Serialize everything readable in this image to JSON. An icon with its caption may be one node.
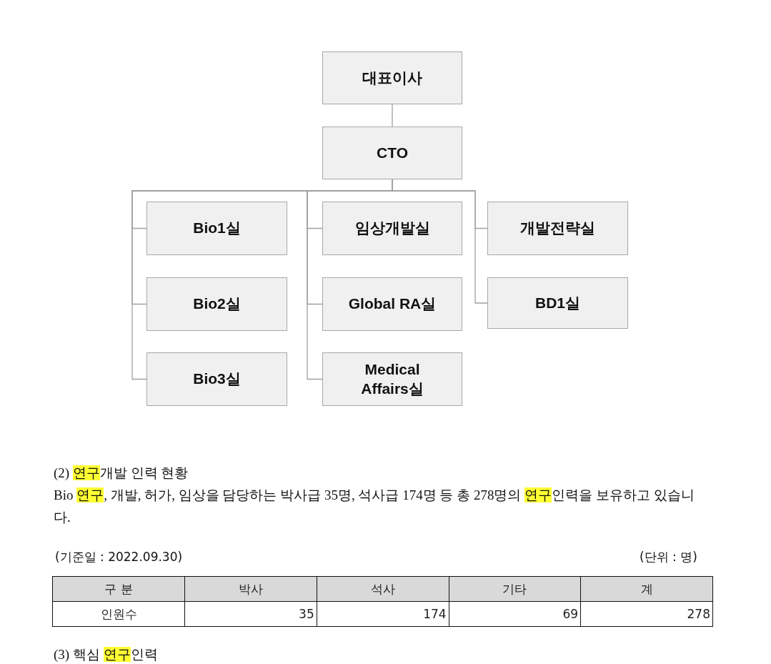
{
  "diagram": {
    "nodes": [
      {
        "text": [
          "대표이사"
        ]
      },
      {
        "text": [
          "CTO"
        ]
      },
      {
        "text": [
          "Bio1실"
        ]
      },
      {
        "text": [
          "임상개발실"
        ]
      },
      {
        "text": [
          "개발전략실"
        ]
      },
      {
        "text": [
          "Bio2실"
        ]
      },
      {
        "text": [
          "Global RA실"
        ]
      },
      {
        "text": [
          "BD1실"
        ]
      },
      {
        "text": [
          "Bio3실"
        ]
      },
      {
        "text": [
          "Medical Affairs실"
        ]
      }
    ],
    "edges": [
      {
        "from": 0,
        "to": 1,
        "arrow": "none"
      },
      {
        "from": 1,
        "to": 2,
        "arrow": "none"
      },
      {
        "from": 1,
        "to": 3,
        "arrow": "none"
      },
      {
        "from": 1,
        "to": 4,
        "arrow": "none"
      },
      {
        "from": 1,
        "to": 5,
        "arrow": "none"
      },
      {
        "from": 1,
        "to": 6,
        "arrow": "none"
      },
      {
        "from": 1,
        "to": 7,
        "arrow": "none"
      },
      {
        "from": 1,
        "to": 8,
        "arrow": "none"
      },
      {
        "from": 1,
        "to": 9,
        "arrow": "none"
      }
    ],
    "labels": [
      "(2) **연구**개발 인력 현황",
      "Bio **연구**, 개발, 허가, 임상을 담당하는 박사급 35명, 석사급 174명 등 총 278명의 **연구**인력을 보유하고 있습니다.",
      "(기준일 : 2022.09.30)",
      "(단위 : 명)",
      "구 분",
      "박사",
      "석사",
      "기타",
      "계",
      "인원수",
      "35",
      "174",
      "69",
      "278",
      "(3) 핵심 **연구**인력"
    ]
  }
}
